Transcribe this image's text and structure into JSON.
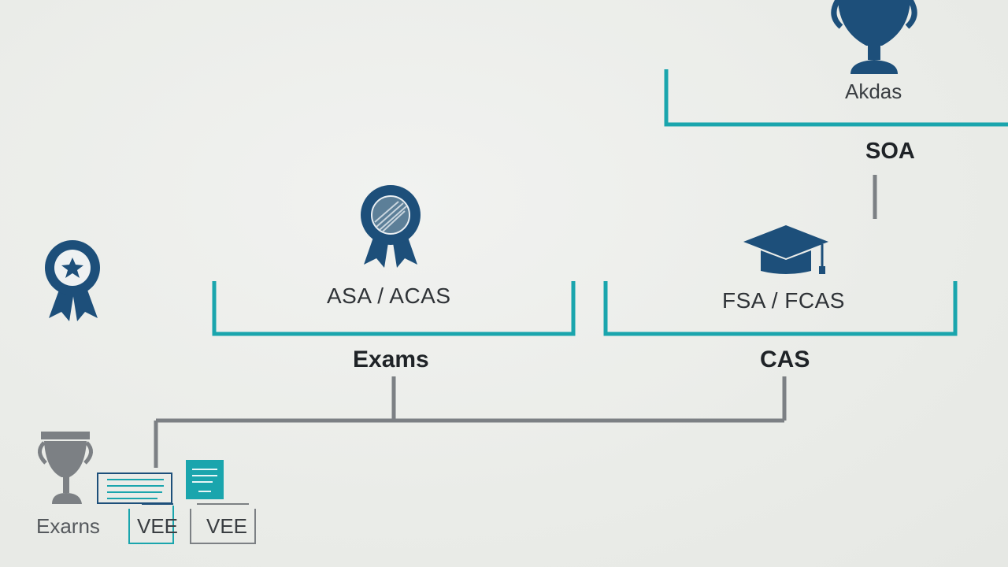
{
  "labels": {
    "top_award": "Akdas",
    "soa": "SOA",
    "asa_acas": "ASA / ACAS",
    "fsa_fcas": "FSA / FCAS",
    "exams_main": "Exams",
    "cas": "CAS",
    "exams_small": "Exarns",
    "vee_1": "VEE",
    "vee_2": "VEE"
  },
  "icons": {
    "top": "trophy-icon",
    "asa": "ribbon-badge-icon",
    "left": "star-badge-icon",
    "fsa": "graduation-cap-icon",
    "bottom_trophy": "trophy-icon",
    "certificate": "certificate-icon",
    "document": "document-icon"
  },
  "colors": {
    "teal": "#1aa5ad",
    "navy": "#1d4f7a",
    "gray": "#7c8084",
    "text": "#2b2f33"
  }
}
